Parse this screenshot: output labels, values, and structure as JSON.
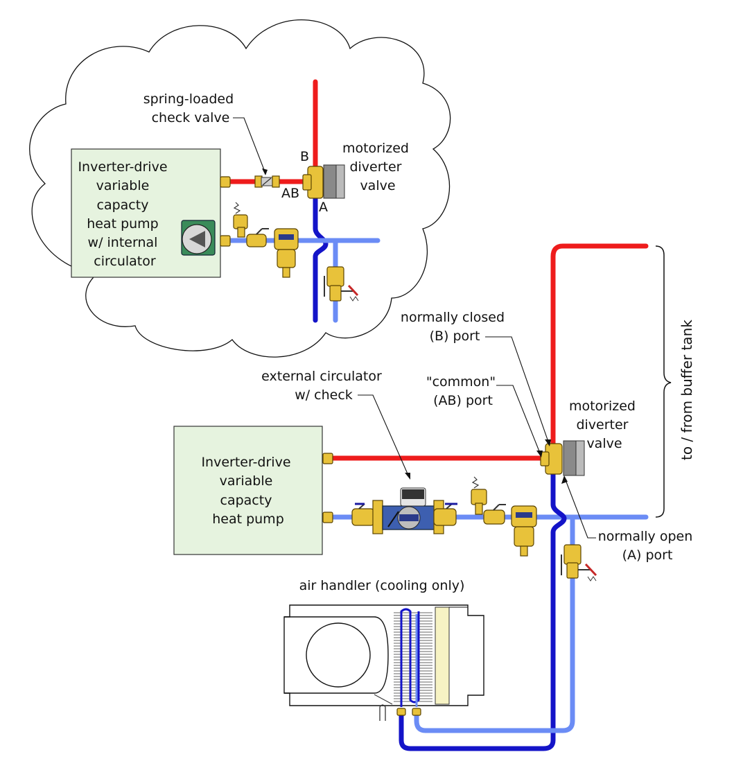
{
  "colors": {
    "supply": "#ee1c1c",
    "return_dark": "#1414c8",
    "return_light": "#6b8cf5",
    "heat_pump_fill": "#e6f3df",
    "brass": "#e8c23a"
  },
  "cloud_detail": {
    "heat_pump_label": [
      "Inverter-drive",
      "variable",
      "capacty",
      "heat pump",
      "w/ internal",
      "circulator"
    ],
    "check_valve_label": [
      "spring-loaded",
      "check valve"
    ],
    "diverter_label": [
      "motorized",
      "diverter",
      "valve"
    ],
    "port_b": "B",
    "port_ab": "AB",
    "port_a": "A"
  },
  "main_system": {
    "heat_pump_label": [
      "Inverter-drive",
      "variable",
      "capacty",
      "heat pump"
    ],
    "circulator_label": [
      "external circulator",
      "w/ check"
    ],
    "diverter_label": [
      "motorized",
      "diverter",
      "valve"
    ],
    "nc_port_label": [
      "normally closed",
      "(B) port"
    ],
    "common_port_label": [
      "\"common\"",
      "(AB) port"
    ],
    "no_port_label": [
      "normally open",
      "(A) port"
    ],
    "buffer_tank_label": "to / from buffer tank",
    "air_handler_label": "air handler (cooling only)"
  }
}
